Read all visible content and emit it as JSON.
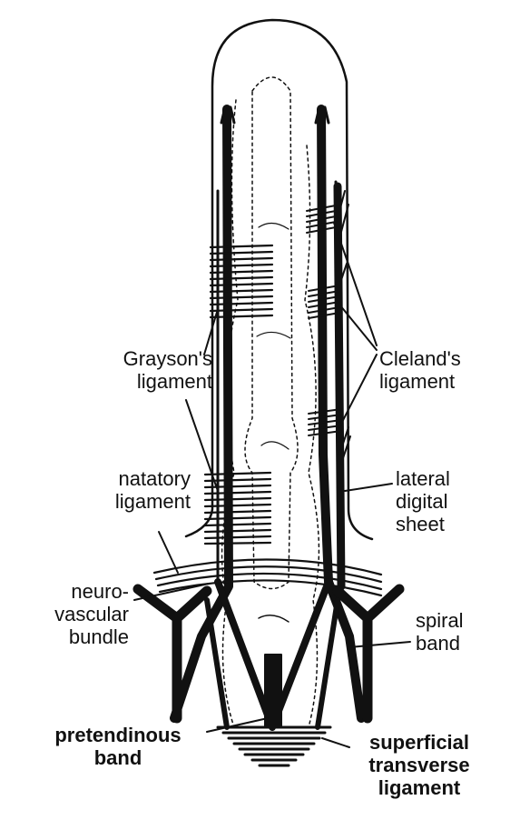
{
  "labels": {
    "graysons_ligament": "Grayson's\nligament",
    "clelands_ligament": "Cleland's\nligament",
    "natatory_ligament": "natatory\nligament",
    "lateral_digital_sheet": "lateral\ndigital\nsheet",
    "neurovascular_bundle": "neuro-\nvascular\nbundle",
    "spiral_band": "spiral\nband",
    "pretendinous_band": "pretendinous\nband",
    "superficial_transverse_ligament": "superficial\ntransverse\nligament"
  },
  "colors": {
    "ink": "#111111",
    "paper": "#ffffff"
  }
}
